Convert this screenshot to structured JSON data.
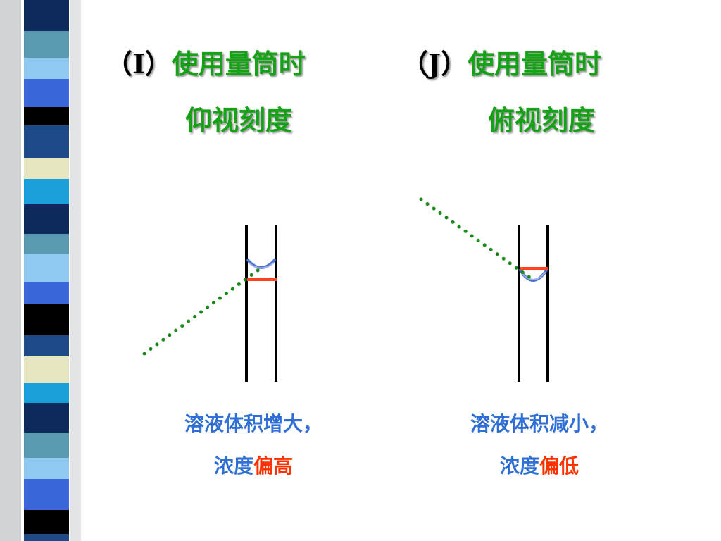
{
  "panel_i": {
    "tag": "（I）",
    "title": "使用量筒时",
    "subtitle": "仰视刻度",
    "result_line1": "溶液体积增大，",
    "result_prefix": "浓度",
    "result_highlight": "偏高"
  },
  "panel_j": {
    "tag": "（J）",
    "title": "使用量筒时",
    "subtitle": "俯视刻度",
    "result_line1": "溶液体积减小，",
    "result_prefix": "浓度",
    "result_highlight": "偏低"
  },
  "colors": {
    "heading": "#16a216",
    "tag": "#000000",
    "note": "#2f6fd6",
    "highlight": "#ff3300",
    "sight_line": "#1a8a1a",
    "scale_mark": "#ff4422",
    "meniscus": "#4a6fd0"
  }
}
